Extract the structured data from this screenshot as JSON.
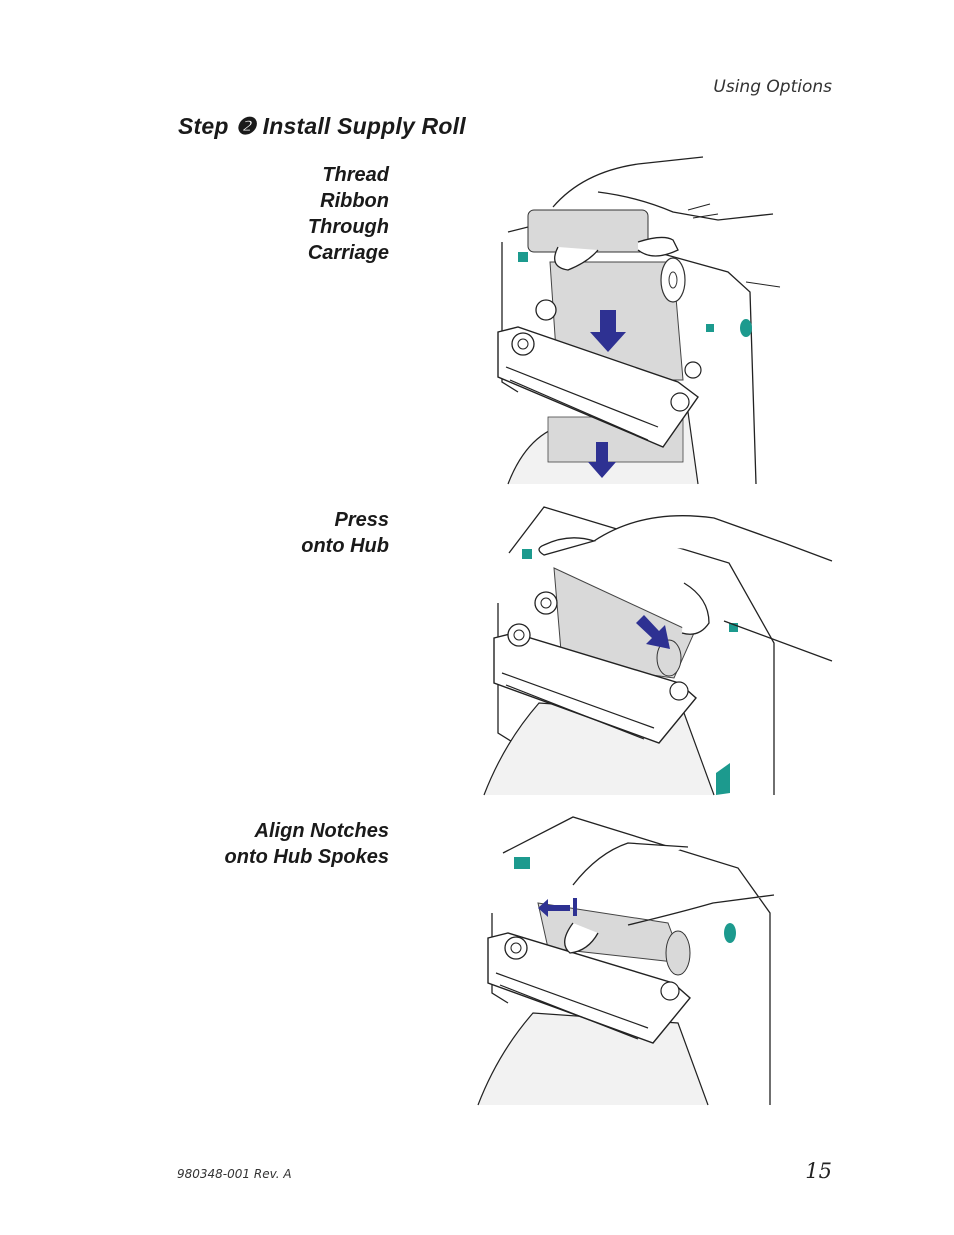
{
  "header": {
    "section": "Using Options"
  },
  "step": {
    "title": "Step ❷ Install Supply Roll"
  },
  "figures": [
    {
      "caption_lines": [
        "Thread",
        "Ribbon",
        "Through",
        "Carriage"
      ],
      "icon": "printer-thread-ribbon-illustration"
    },
    {
      "caption_lines": [
        "Press",
        "onto Hub"
      ],
      "icon": "printer-press-roll-illustration"
    },
    {
      "caption_lines": [
        "Align Notches",
        "onto Hub Spokes"
      ],
      "icon": "printer-align-notches-illustration"
    }
  ],
  "footer": {
    "doc_number": "980348-001 Rev. A",
    "page_number": "15"
  },
  "colors": {
    "arrow": "#2e3192",
    "accent": "#1c9a8e",
    "ribbon": "#d9d9d9"
  }
}
